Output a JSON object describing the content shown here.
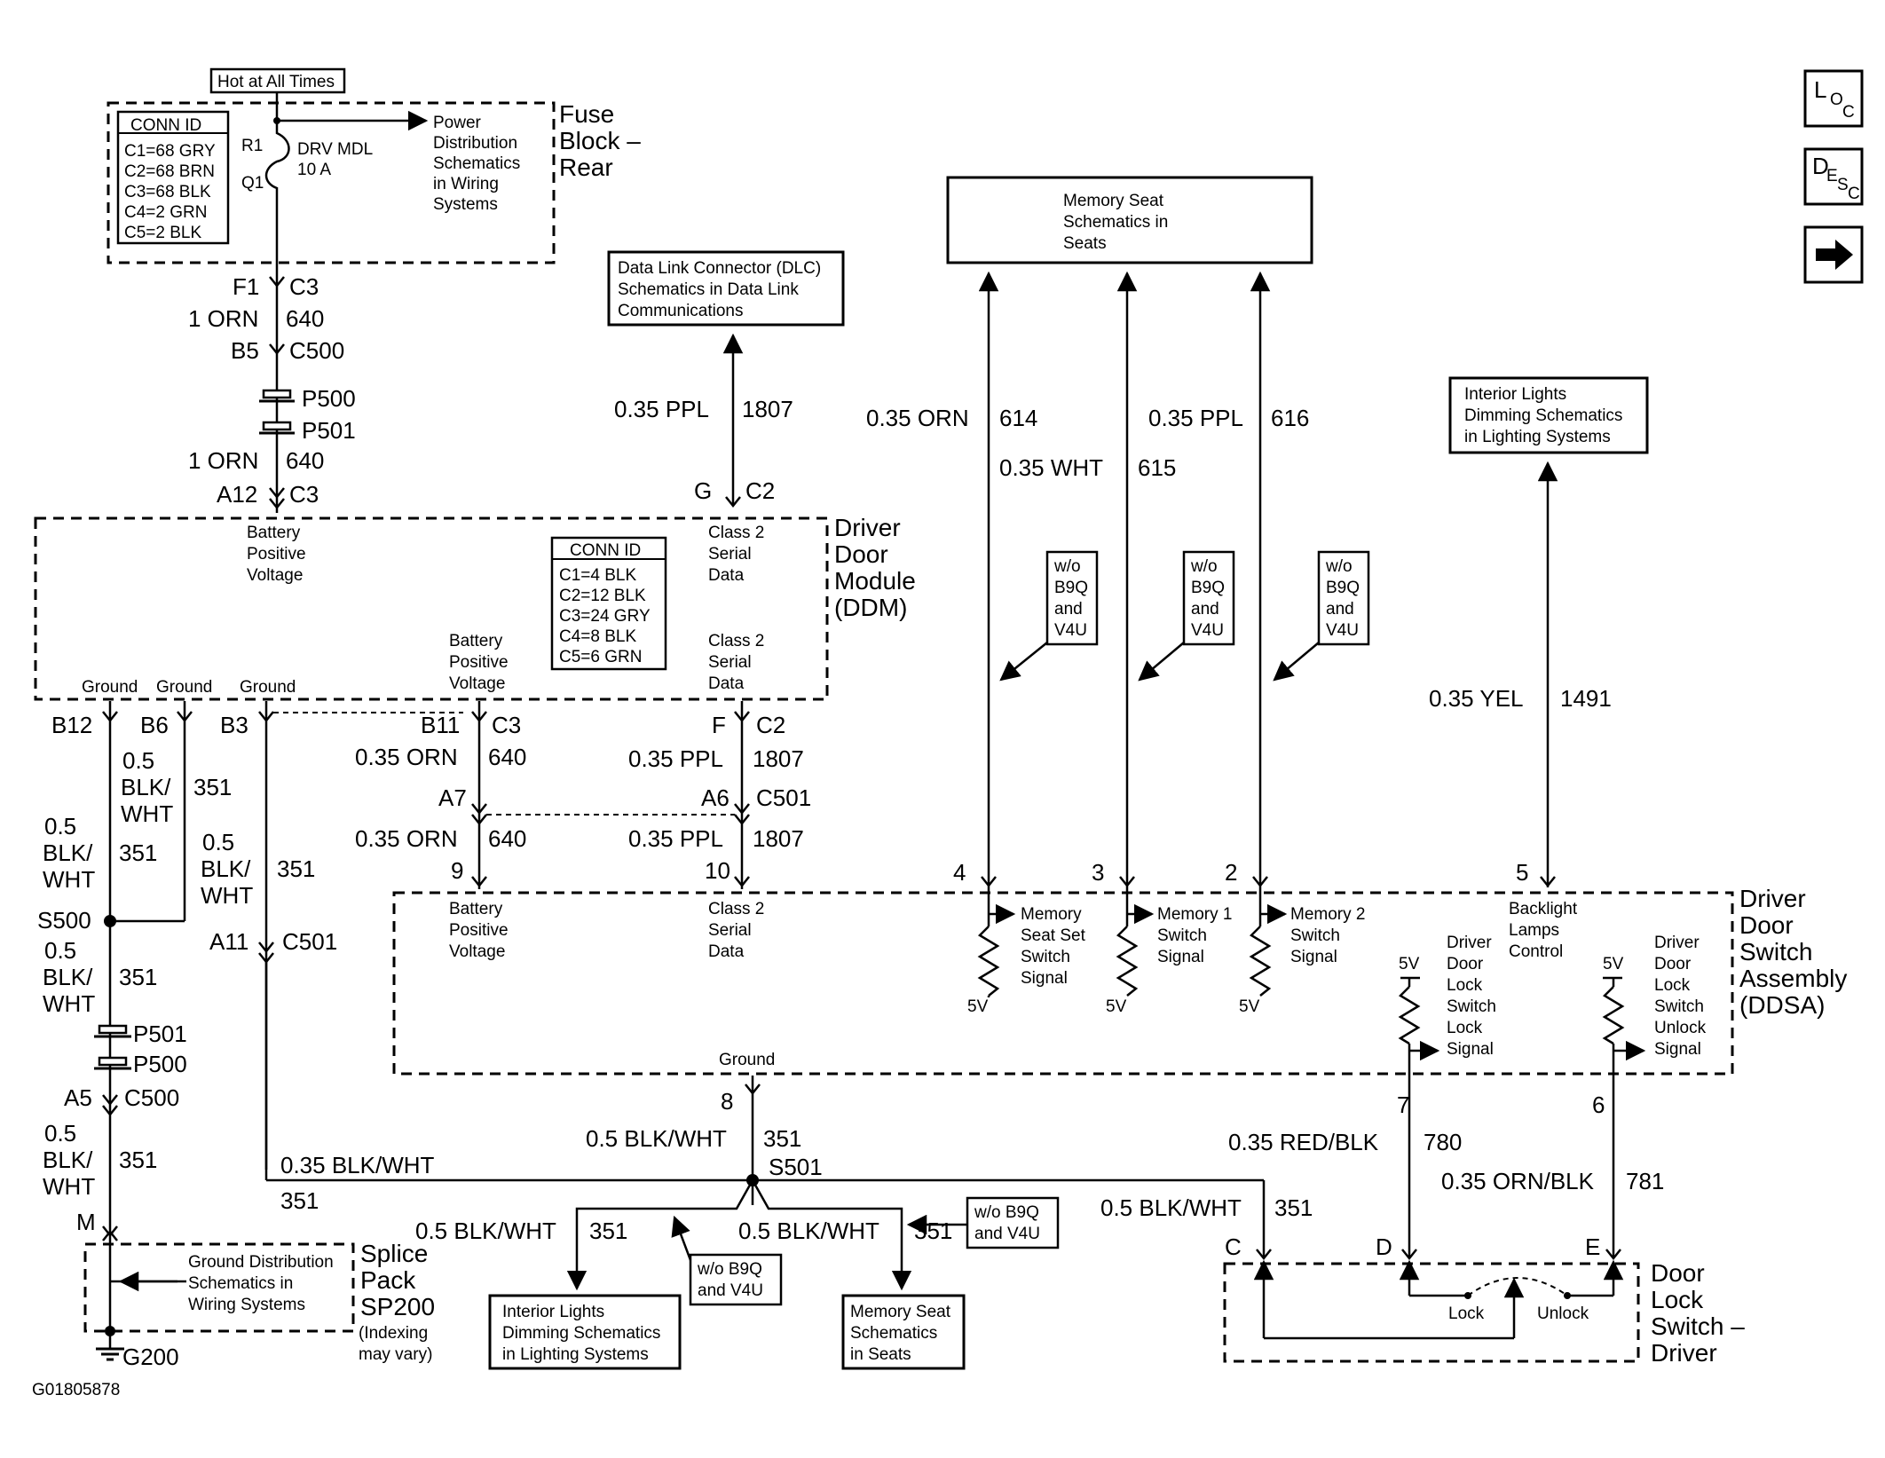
{
  "fuse_block": {
    "hot_label": "Hot at All Times",
    "conn_id_title": "CONN ID",
    "conn_ids": [
      "C1=68 GRY",
      "C2=68 BRN",
      "C3=68 BLK",
      "C4=2 GRN",
      "C5=2 BLK"
    ],
    "r1": "R1",
    "q1": "Q1",
    "fuse_name": "DRV MDL",
    "fuse_rating": "10 A",
    "power_dist": [
      "Power",
      "Distribution",
      "Schematics",
      "in Wiring",
      "Systems"
    ],
    "title": [
      "Fuse",
      "Block –",
      "Rear"
    ]
  },
  "top_feed": {
    "f1": "F1",
    "c3": "C3",
    "wire1": "1 ORN",
    "circ1": "640",
    "b5": "B5",
    "c500": "C500",
    "p500": "P500",
    "p501": "P501",
    "wire2": "1 ORN",
    "circ2": "640",
    "a12": "A12",
    "c3b": "C3"
  },
  "dlc": {
    "text": [
      "Data Link Connector (DLC)",
      "Schematics in Data Link",
      "Communications"
    ],
    "wire": "0.35 PPL",
    "circ": "1807",
    "g": "G",
    "c2": "C2"
  },
  "memory_top": {
    "text": [
      "Memory Seat",
      "Schematics in",
      "Seats"
    ],
    "w614": "0.35 ORN",
    "c614": "614",
    "w615": "0.35 WHT",
    "c615": "615",
    "w616": "0.35 PPL",
    "c616": "616",
    "option": [
      "w/o",
      "B9Q",
      "and",
      "V4U"
    ]
  },
  "interior_top": {
    "text": [
      "Interior Lights",
      "Dimming Schematics",
      "in Lighting Systems"
    ],
    "wire": "0.35 YEL",
    "circ": "1491"
  },
  "ddm": {
    "title": [
      "Driver",
      "Door",
      "Module",
      "(DDM)"
    ],
    "bpv1": [
      "Battery",
      "Positive",
      "Voltage"
    ],
    "class2a": [
      "Class 2",
      "Serial",
      "Data"
    ],
    "bpv2": [
      "Battery",
      "Positive",
      "Voltage"
    ],
    "class2b": [
      "Class 2",
      "Serial",
      "Data"
    ],
    "conn_id_title": "CONN ID",
    "conn_ids": [
      "C1=4 BLK",
      "C2=12 BLK",
      "C3=24 GRY",
      "C4=8 BLK",
      "C5=6 GRN"
    ],
    "ground": "Ground"
  },
  "ddm_pins": {
    "b12": "B12",
    "b6": "B6",
    "b3": "B3",
    "b11": "B11",
    "c3": "C3",
    "f": "F",
    "c2": "C2",
    "w05": "0.5",
    "blk": "BLK/",
    "wht": "WHT",
    "c351": "351",
    "orn": "0.35 ORN",
    "c640": "640",
    "ppl": "0.35 PPL",
    "c1807": "1807",
    "a7": "A7",
    "a6": "A6",
    "c501": "C501",
    "p9": "9",
    "p10": "10",
    "s500": "S500",
    "a11": "A11"
  },
  "ddsa": {
    "title": [
      "Driver",
      "Door",
      "Switch",
      "Assembly",
      "(DDSA)"
    ],
    "bpv": [
      "Battery",
      "Positive",
      "Voltage"
    ],
    "class2": [
      "Class 2",
      "Serial",
      "Data"
    ],
    "pin4": "4",
    "pin3": "3",
    "pin2": "2",
    "pin5": "5",
    "pin8": "8",
    "pin7": "7",
    "pin6": "6",
    "mem_set": [
      "Memory",
      "Seat Set",
      "Switch",
      "Signal"
    ],
    "mem1": [
      "Memory 1",
      "Switch",
      "Signal"
    ],
    "mem2": [
      "Memory 2",
      "Switch",
      "Signal"
    ],
    "backlight": [
      "Backlight",
      "Lamps",
      "Control"
    ],
    "lock_sig": [
      "Driver",
      "Door",
      "Lock",
      "Switch",
      "Lock",
      "Signal"
    ],
    "unlock_sig": [
      "Driver",
      "Door",
      "Lock",
      "Switch",
      "Unlock",
      "Signal"
    ],
    "v5": "5V",
    "ground": "Ground"
  },
  "lower": {
    "p501": "P501",
    "p500": "P500",
    "a5": "A5",
    "c500": "C500",
    "m": "M",
    "blkwht": "0.35 BLK/WHT",
    "c351": "351",
    "w8": "0.5 BLK/WHT",
    "s501": "S501",
    "wl": "0.5 BLK/WHT",
    "wr": "0.5 BLK/WHT",
    "wc": "0.5 BLK/WHT",
    "red": "0.35 RED/BLK",
    "c780": "780",
    "ornblk": "0.35 ORN/BLK",
    "c781": "781",
    "opt": [
      "w/o B9Q",
      "and V4U"
    ],
    "interior": [
      "Interior Lights",
      "Dimming Schematics",
      "in Lighting Systems"
    ],
    "memory": [
      "Memory Seat",
      "Schematics",
      "in Seats"
    ]
  },
  "splice": {
    "text": [
      "Ground Distribution",
      "Schematics in",
      "Wiring Systems"
    ],
    "title": [
      "Splice",
      "Pack",
      "SP200"
    ],
    "note": [
      "(Indexing",
      "may vary)"
    ],
    "g200": "G200"
  },
  "door_lock": {
    "title": [
      "Door",
      "Lock",
      "Switch –",
      "Driver"
    ],
    "pin_c": "C",
    "pin_d": "D",
    "pin_e": "E",
    "lock": "Lock",
    "unlock": "Unlock"
  },
  "side_icons": {
    "loc": [
      "L",
      "O",
      "C"
    ],
    "desc": [
      "D",
      "E",
      "S",
      "C"
    ]
  },
  "figure_id": "G01805878"
}
